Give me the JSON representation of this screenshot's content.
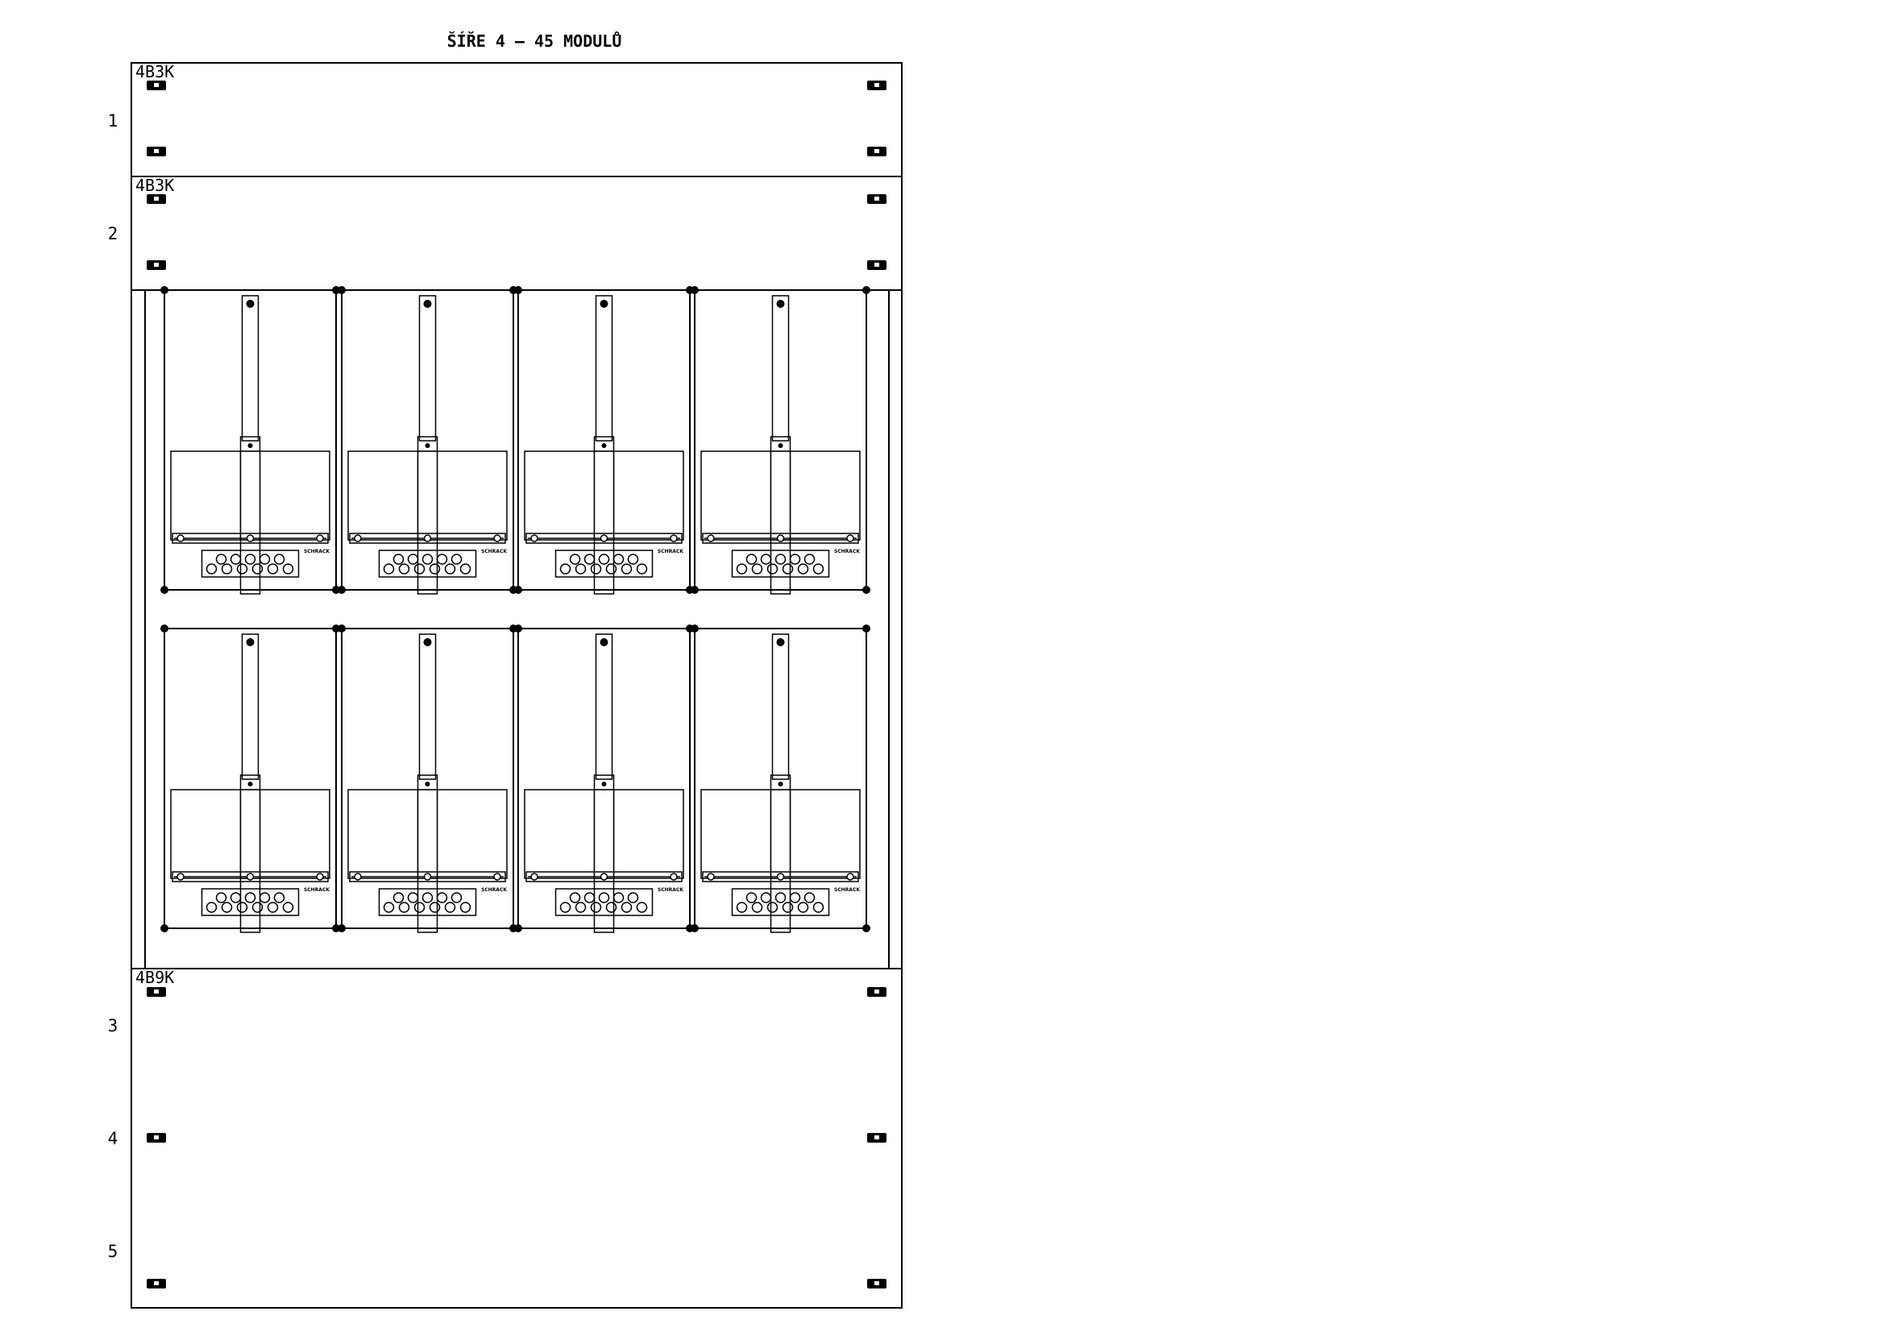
{
  "title": "ŠÍŘE 4 – 45 MODULŮ",
  "row_numbers": [
    "1",
    "2",
    "3",
    "4",
    "5"
  ],
  "panels": [
    {
      "id": "top-1",
      "label": "4B3K"
    },
    {
      "id": "top-2",
      "label": "4B3K"
    },
    {
      "id": "bottom",
      "label": "4B9K"
    }
  ],
  "meter_units": {
    "rows": 2,
    "columns": 4,
    "brand_text": "SCHRACK"
  }
}
